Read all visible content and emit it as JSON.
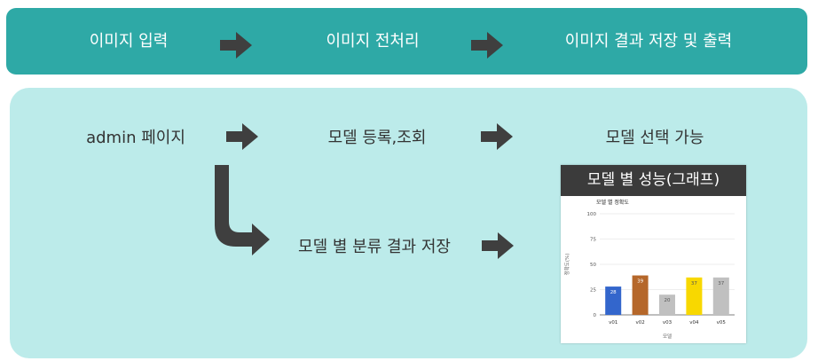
{
  "pipeline": {
    "steps": [
      {
        "label": "이미지 입력"
      },
      {
        "label": "이미지 전처리"
      },
      {
        "label": "이미지 결과 저장 및 출력"
      }
    ]
  },
  "admin_flow": {
    "start": "admin 페이지",
    "register": "모델 등록,조회",
    "select": "모델 선택 가능",
    "classify": "모델 별 분류 결과 저장"
  },
  "chart_card": {
    "header": "모델 별 성능(그래프)"
  },
  "chart_data": {
    "type": "bar",
    "title": "모델 별 정확도",
    "xlabel": "모델",
    "ylabel": "정확도(%)",
    "ylim": [
      0,
      100
    ],
    "yticks": [
      0,
      25,
      50,
      75,
      100
    ],
    "categories": [
      "v01",
      "v02",
      "v03",
      "v04",
      "v05"
    ],
    "values": [
      28,
      39,
      20,
      37,
      37
    ],
    "colors": [
      "#3366cc",
      "#b5672a",
      "#c0c0c0",
      "#f8d800",
      "#c0c0c0"
    ],
    "value_label_colors": [
      "#ffffff",
      "#ffffff",
      "#555555",
      "#555555",
      "#555555"
    ],
    "grid": true
  },
  "colors": {
    "top_band": "#2ea9a6",
    "panel": "#bcebea",
    "arrow": "#3f3f3f",
    "chart_header": "#3b3b3b"
  }
}
